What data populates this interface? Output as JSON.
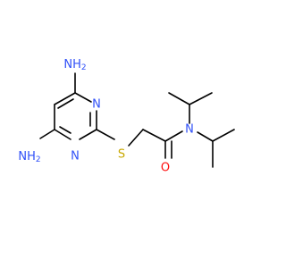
{
  "colors": {
    "carbon_bond": "#000000",
    "nitrogen": "#3050F8",
    "oxygen": "#FF0D0D",
    "sulfur": "#C8A800"
  },
  "atoms": {
    "amine_top": {
      "main": "NH",
      "sub": "2"
    },
    "amine_bottom": {
      "main": "NH",
      "sub": "2"
    },
    "ring_n_top": "N",
    "ring_n_bottom": "N",
    "sulfur": "S",
    "amide_n": "N",
    "carbonyl_o": "O"
  }
}
